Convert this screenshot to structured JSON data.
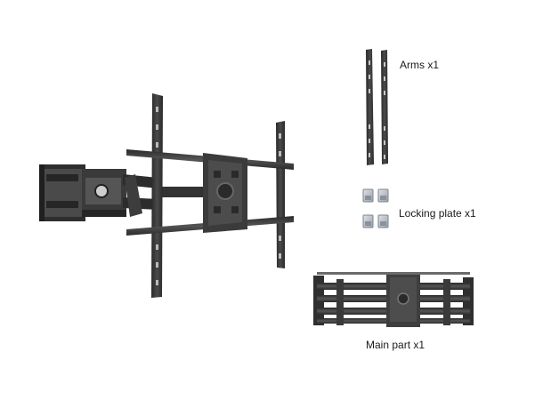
{
  "labels": {
    "arms": "Arms x1",
    "locking_plate": "Locking plate x1",
    "main_part": "Main part x1"
  },
  "colors": {
    "steel": "#3a3a3a",
    "steel_dark": "#232323",
    "steel_light": "#5a5a5a",
    "plate_silver": "#b9bfc7",
    "background": "#ffffff"
  }
}
